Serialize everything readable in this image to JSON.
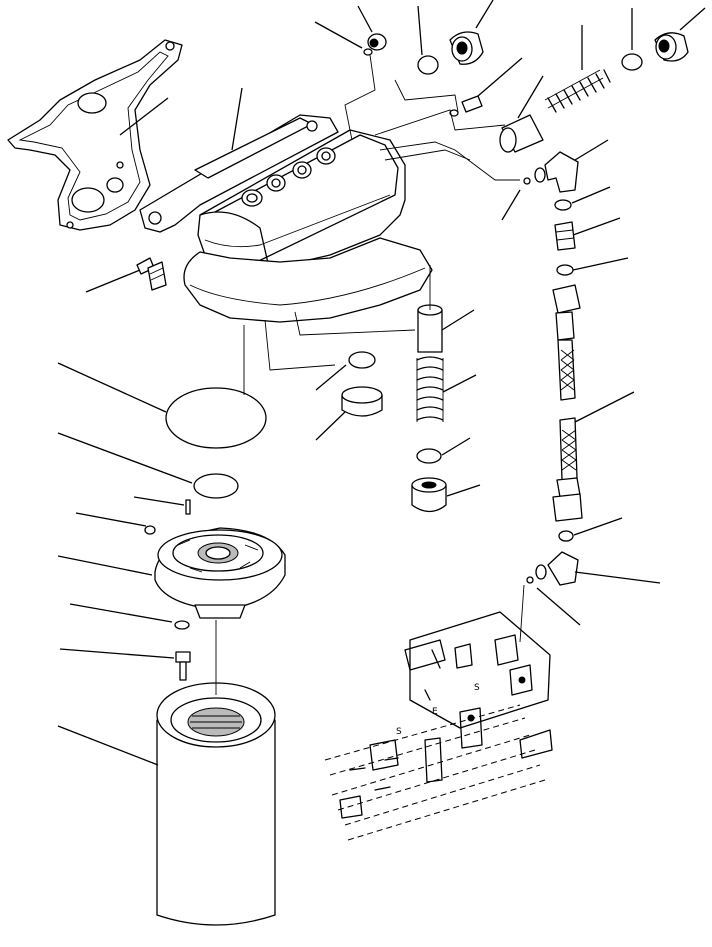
{
  "diagram": {
    "labels": [
      "S",
      "E",
      "S"
    ]
  }
}
